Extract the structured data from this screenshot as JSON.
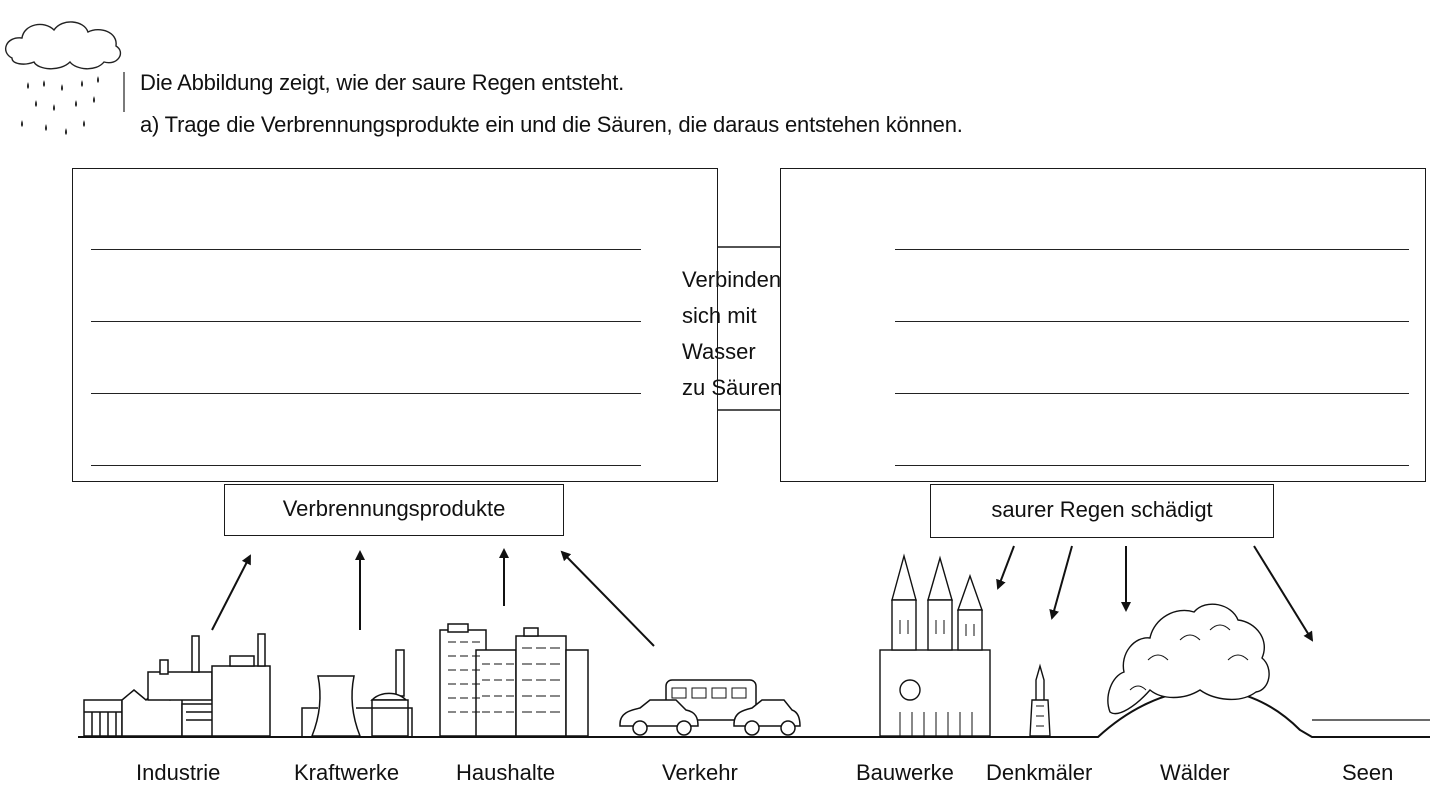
{
  "instructions": {
    "line1": "Die Abbildung zeigt, wie der saure Regen entsteht.",
    "line2": "a) Trage die Verbrennungsprodukte ein und die Säuren, die daraus entstehen können."
  },
  "arrow_text": [
    "Verbinden",
    "sich mit",
    "Wasser",
    "zu Säuren"
  ],
  "labels": {
    "left": "Verbrennungsprodukte",
    "right": "saurer Regen schädigt"
  },
  "sources": [
    "Industrie",
    "Kraftwerke",
    "Haushalte",
    "Verkehr"
  ],
  "targets": [
    "Bauwerke",
    "Denkmäler",
    "Wälder",
    "Seen"
  ],
  "icons": [
    "rain-cloud-icon",
    "factory-icon",
    "power-plant-icon",
    "houses-icon",
    "vehicles-icon",
    "cathedral-icon",
    "monument-icon",
    "forest-icon",
    "lake-icon"
  ]
}
